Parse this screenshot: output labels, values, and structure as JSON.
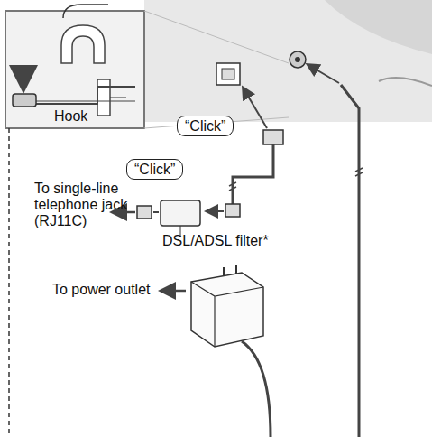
{
  "diagram": {
    "nodes": [
      {
        "text": [
          "“Click”"
        ]
      },
      {
        "text": [
          "“Click”"
        ]
      }
    ],
    "labels": [
      "Hook",
      "To single-line telephone jack (RJ11C)",
      "DSL/ADSL filter*",
      "To power outlet"
    ]
  }
}
